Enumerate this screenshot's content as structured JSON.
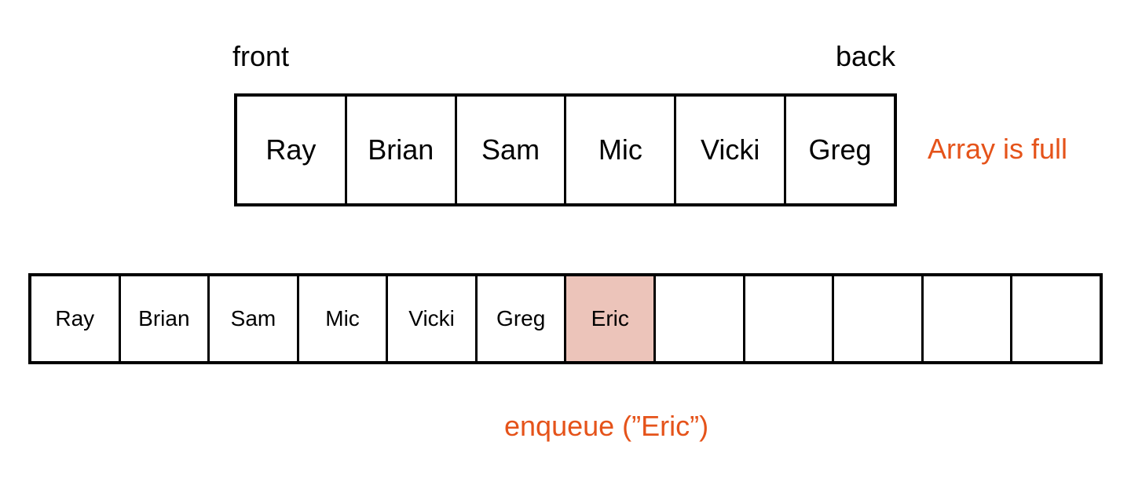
{
  "labels": {
    "front": "front",
    "back": "back",
    "status": "Array is full",
    "operation": "enqueue (”Eric”)"
  },
  "colors": {
    "accent_text": "#e5531a",
    "highlight_cell": "#ecc4ba"
  },
  "top_array": {
    "cells": [
      "Ray",
      "Brian",
      "Sam",
      "Mic",
      "Vicki",
      "Greg"
    ]
  },
  "bottom_array": {
    "cells": [
      "Ray",
      "Brian",
      "Sam",
      "Mic",
      "Vicki",
      "Greg",
      "Eric",
      "",
      "",
      "",
      "",
      ""
    ],
    "highlighted_index": 6
  }
}
